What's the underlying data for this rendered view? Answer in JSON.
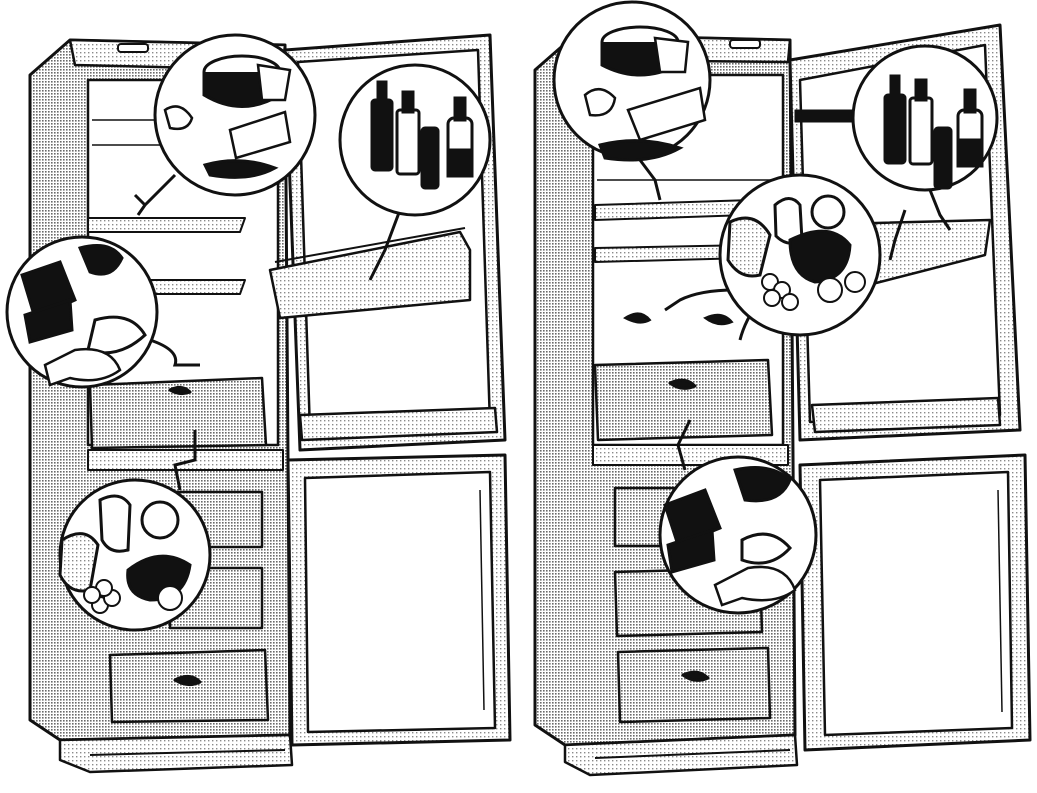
{
  "illustration": {
    "panels": [
      {
        "variant": "freezer-drawers-below",
        "callouts": [
          "cheese-and-dairy",
          "bottles",
          "meat-and-fish",
          "fruit-and-vegetables"
        ]
      },
      {
        "variant": "freezer-drawers-below",
        "callouts": [
          "cheese-and-dairy",
          "bottles",
          "fruit-and-vegetables",
          "meat-and-fish"
        ]
      }
    ],
    "colors": {
      "ink": "#111111",
      "shade": "#b8b8b8",
      "light": "#d6d6d6",
      "paper": "#ffffff",
      "dark": "#1a1a1a"
    }
  }
}
